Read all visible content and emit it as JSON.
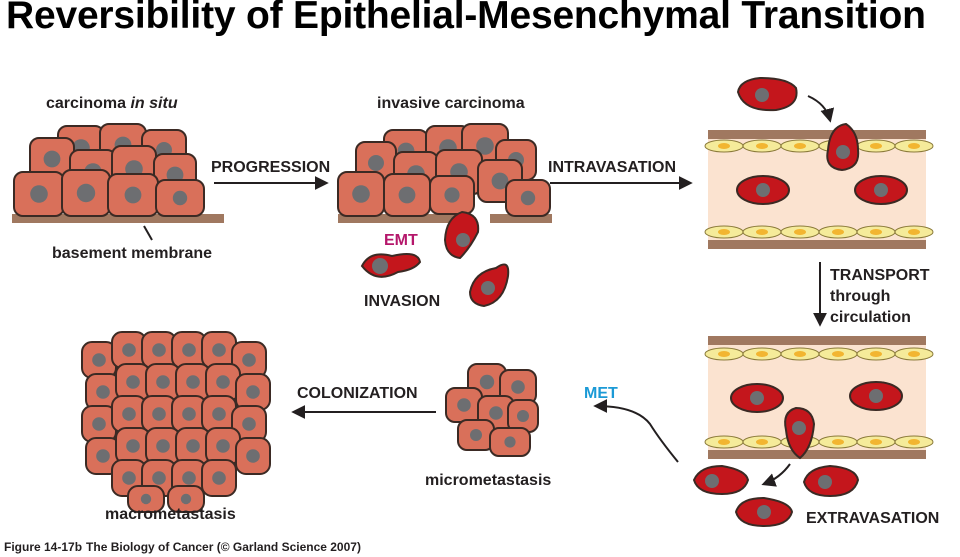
{
  "title": "Reversibility of Epithelial-Mesenchymal Transition",
  "labels": {
    "carcinoma_prefix": "carcinoma ",
    "carcinoma_italic": "in situ",
    "invasive_carcinoma": "invasive carcinoma",
    "progression": "PROGRESSION",
    "intravasation": "INTRAVASATION",
    "basement_membrane": "basement membrane",
    "emt": "EMT",
    "invasion": "INVASION",
    "transport_line1": "TRANSPORT",
    "transport_line2": "through",
    "transport_line3": "circulation",
    "colonization": "COLONIZATION",
    "met": "MET",
    "micrometastasis": "micrometastasis",
    "macrometastasis": "macrometastasis",
    "extravasation": "EXTRAVASATION"
  },
  "caption": {
    "figure": "Figure 14-17b",
    "text": "The Biology of Cancer (© Garland Science 2007)"
  },
  "colors": {
    "epithelial_cell": "#d9705a",
    "cell_outline": "#3b2a24",
    "nucleus": "#6d6e71",
    "mesenchymal_cell": "#c4161c",
    "vessel_lumen": "#fbe3d0",
    "vessel_wall": "#a07860",
    "endothelium": "#f5eb9a",
    "endothelial_nucleus": "#f2b531",
    "emt_color": "#b5176b",
    "met_color": "#1b9ad6"
  }
}
